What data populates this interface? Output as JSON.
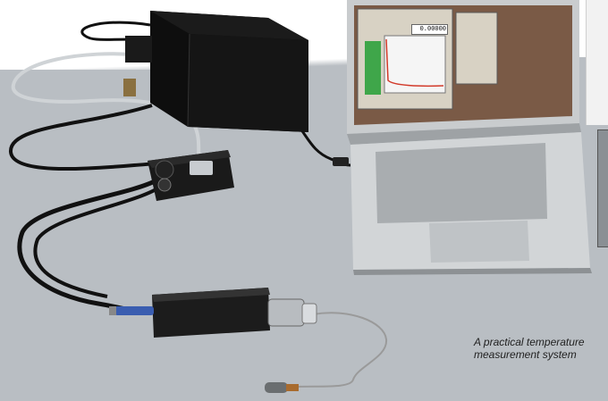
{
  "caption": {
    "line1": "A practical temperature",
    "line2": "measurement system"
  },
  "screen": {
    "readout": "0.00000"
  },
  "colors": {
    "background": "#b9bec3",
    "device": "#111111",
    "laptop": "#c9ccce",
    "screen_bg": "#7a5a46",
    "window": "#d8d2c4",
    "plot_line": "#d23a2a"
  }
}
